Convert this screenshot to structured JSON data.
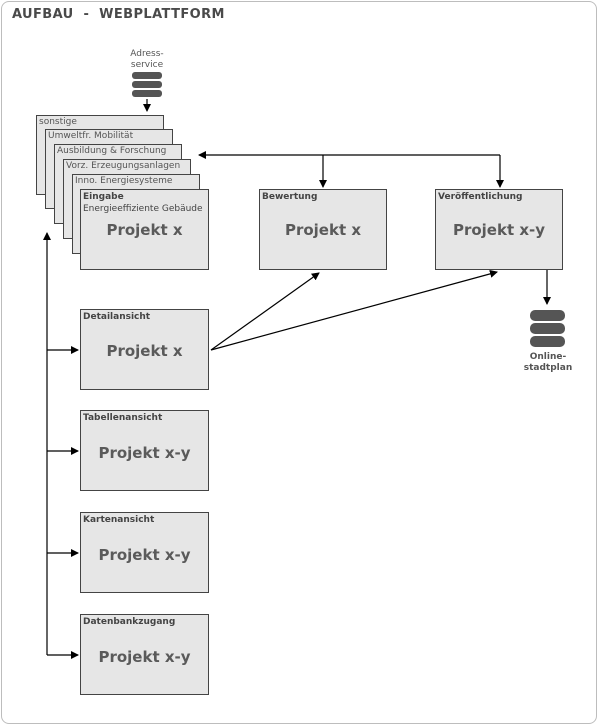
{
  "title": "AUFBAU  -  WEBPLATTFORM",
  "adress_service": {
    "line1": "Adress-",
    "line2": "service"
  },
  "online_stadtplan": {
    "line1": "Online-",
    "line2": "stadtplan"
  },
  "stack_layers": [
    "sonstige",
    "Umweltfr. Mobilität",
    "Ausbildung & Forschung",
    "Vorz. Erzeugungsanlagen",
    "Inno. Energiesysteme"
  ],
  "eingabe": {
    "head": "Eingabe",
    "sub": "Energieeffiziente Gebäude",
    "project": "Projekt x"
  },
  "bewertung": {
    "head": "Bewertung",
    "project": "Projekt x"
  },
  "veroeffentlichung": {
    "head": "Veröffentlichung",
    "project": "Projekt x-y"
  },
  "detailansicht": {
    "head": "Detailansicht",
    "project": "Projekt x"
  },
  "tabellenansicht": {
    "head": "Tabellenansicht",
    "project": "Projekt x-y"
  },
  "kartenansicht": {
    "head": "Kartenansicht",
    "project": "Projekt x-y"
  },
  "datenbankzugang": {
    "head": "Datenbankzugang",
    "project": "Projekt x-y"
  },
  "colors": {
    "box_fill": "#e6e6e6",
    "border": "#444444",
    "db_icon": "#555555"
  }
}
